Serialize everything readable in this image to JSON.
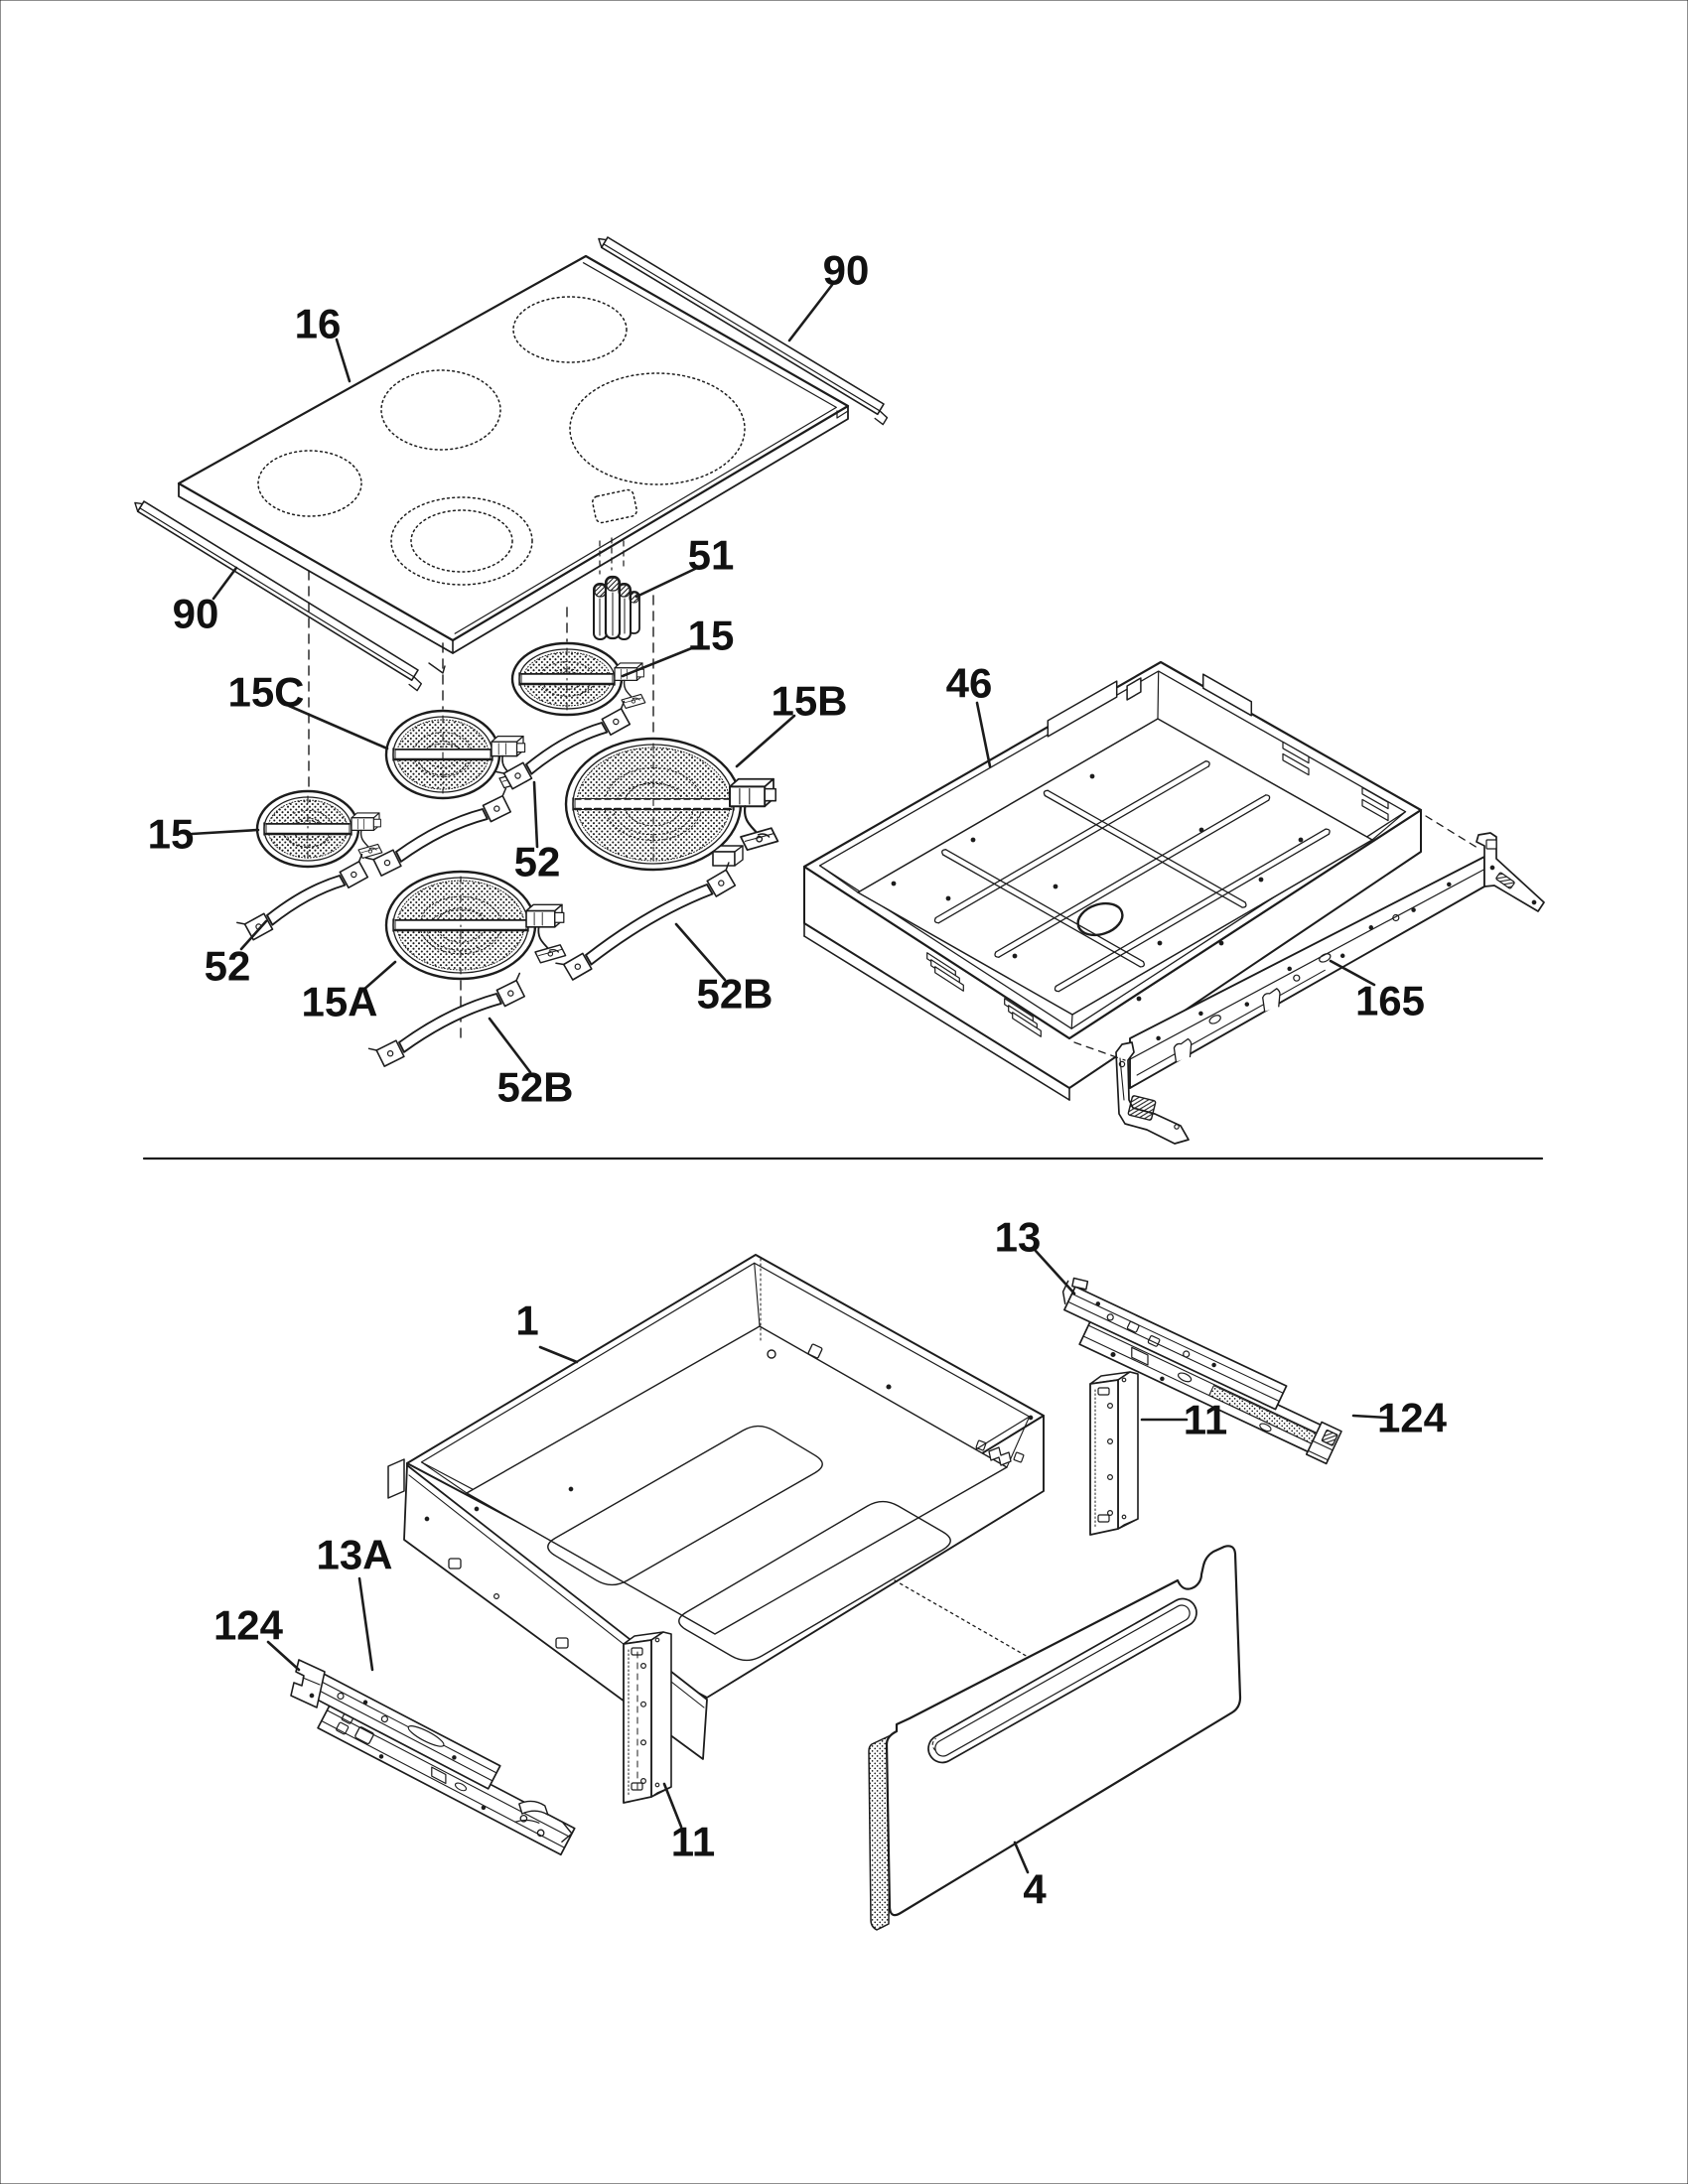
{
  "figure": {
    "type": "exploded-parts-diagram",
    "subject": "range cooktop and storage drawer",
    "background": "#ffffff",
    "ink": "#1c1c1c"
  },
  "callouts": {
    "maintop_glass": "16",
    "trim_right": "90",
    "trim_left": "90",
    "terminal_block": "51",
    "element_right_rear": "15",
    "element_left": "15",
    "element_center_rear": "15C",
    "element_right_front": "15B",
    "element_center_front": "15A",
    "harness_center": "52",
    "harness_left": "52",
    "harness_front": "52B",
    "harness_right": "52B",
    "body_pan": "46",
    "side_rail": "165",
    "drawer_body": "1",
    "slide_right": "13",
    "slide_left": "13A",
    "glide_right": "124",
    "glide_left": "124",
    "bracket_right": "11",
    "bracket_center": "11",
    "drawer_front": "4"
  }
}
